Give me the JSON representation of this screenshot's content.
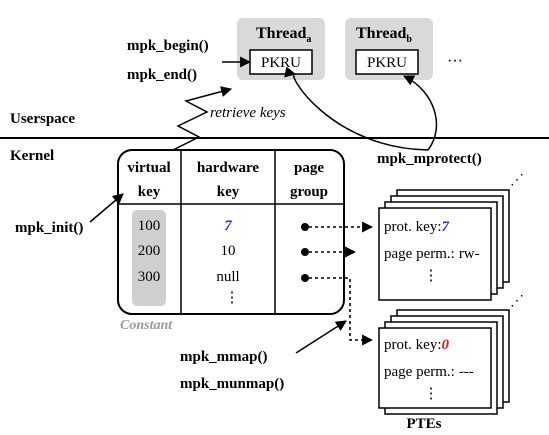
{
  "colors": {
    "thread_box": "#d9d9d9",
    "constant_column": "#cfcfcf",
    "key_blue": "#2a35d6",
    "key_red": "#e01b1b",
    "constant_label": "#9a9a9a"
  },
  "threads": [
    {
      "name": "Thread",
      "subscript": "a",
      "register": "PKRU"
    },
    {
      "name": "Thread",
      "subscript": "b",
      "register": "PKRU"
    }
  ],
  "threads_more": "···",
  "calls": {
    "begin": "mpk_begin()",
    "end": "mpk_end()",
    "mprotect": "mpk_mprotect()",
    "init": "mpk_init()",
    "mmap": "mpk_mmap()",
    "munmap": "mpk_munmap()"
  },
  "retrieve_keys": "retrieve keys",
  "regions": {
    "userspace": "Userspace",
    "kernel": "Kernel"
  },
  "table": {
    "headers": [
      [
        "virtual",
        "key"
      ],
      [
        "hardware",
        "key"
      ],
      [
        "page",
        "group"
      ]
    ],
    "virtual_keys": [
      "100",
      "200",
      "300"
    ],
    "hardware_keys": [
      "7",
      "10",
      "null"
    ],
    "more": "⋮",
    "constant_label": "Constant"
  },
  "ptes": [
    {
      "key_label": "prot. key:",
      "key_value": "7",
      "perm_label": "page perm.:",
      "perm_value": "rw-",
      "more": "⋮"
    },
    {
      "key_label": "prot. key:",
      "key_value": "0",
      "perm_label": "page perm.:",
      "perm_value": "---",
      "more": "⋮"
    }
  ],
  "ptes_label": "PTEs",
  "stack_more": "⋰"
}
